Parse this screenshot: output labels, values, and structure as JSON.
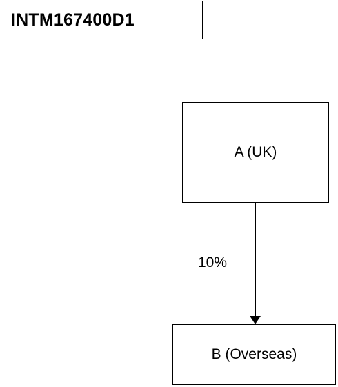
{
  "title": "INTM167400D1",
  "nodes": {
    "a": {
      "label": "A (UK)"
    },
    "b": {
      "label": "B (Overseas)"
    }
  },
  "edge": {
    "from": "a",
    "to": "b",
    "label": "10%"
  },
  "colors": {
    "line": "#000000",
    "background": "#ffffff"
  }
}
